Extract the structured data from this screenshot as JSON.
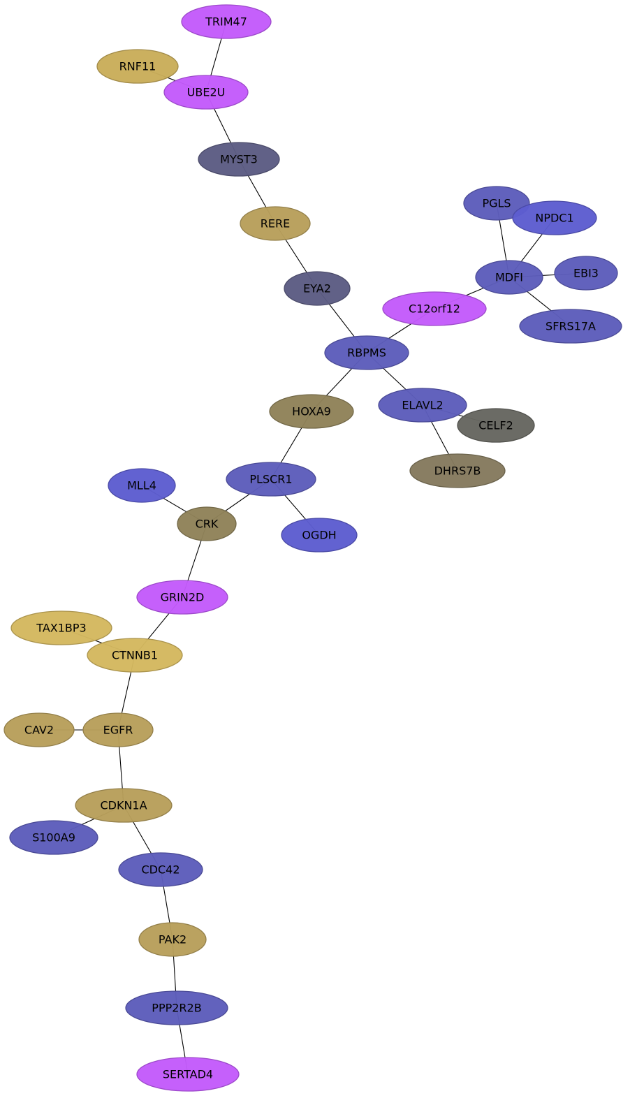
{
  "colors": {
    "magenta": "#c35bfb",
    "gold": "#c9ad5a",
    "gold_light": "#d4b85f",
    "slate": "#5c5c83",
    "khaki": "#b89f5b",
    "blue": "#5d5dbb",
    "blue_bright": "#5d5dcf",
    "olive_brown": "#8f8259",
    "dark_gray": "#666660",
    "brown_gray": "#857a5e"
  },
  "network": {
    "nodes": [
      {
        "id": "TRIM47",
        "label": "TRIM47",
        "color": "magenta"
      },
      {
        "id": "RNF11",
        "label": "RNF11",
        "color": "gold"
      },
      {
        "id": "UBE2U",
        "label": "UBE2U",
        "color": "magenta"
      },
      {
        "id": "MYST3",
        "label": "MYST3",
        "color": "slate"
      },
      {
        "id": "RERE",
        "label": "RERE",
        "color": "khaki"
      },
      {
        "id": "PGLS",
        "label": "PGLS",
        "color": "blue"
      },
      {
        "id": "NPDC1",
        "label": "NPDC1",
        "color": "blue_bright"
      },
      {
        "id": "EBI3",
        "label": "EBI3",
        "color": "blue"
      },
      {
        "id": "MDFI",
        "label": "MDFI",
        "color": "blue"
      },
      {
        "id": "EYA2",
        "label": "EYA2",
        "color": "slate"
      },
      {
        "id": "C12orf12",
        "label": "C12orf12",
        "color": "magenta"
      },
      {
        "id": "SFRS17A",
        "label": "SFRS17A",
        "color": "blue"
      },
      {
        "id": "RBPMS",
        "label": "RBPMS",
        "color": "blue"
      },
      {
        "id": "HOXA9",
        "label": "HOXA9",
        "color": "olive_brown"
      },
      {
        "id": "ELAVL2",
        "label": "ELAVL2",
        "color": "blue"
      },
      {
        "id": "CELF2",
        "label": "CELF2",
        "color": "dark_gray"
      },
      {
        "id": "DHRS7B",
        "label": "DHRS7B",
        "color": "brown_gray"
      },
      {
        "id": "PLSCR1",
        "label": "PLSCR1",
        "color": "blue"
      },
      {
        "id": "MLL4",
        "label": "MLL4",
        "color": "blue_bright"
      },
      {
        "id": "CRK",
        "label": "CRK",
        "color": "olive_brown"
      },
      {
        "id": "OGDH",
        "label": "OGDH",
        "color": "blue_bright"
      },
      {
        "id": "GRIN2D",
        "label": "GRIN2D",
        "color": "magenta"
      },
      {
        "id": "TAX1BP3",
        "label": "TAX1BP3",
        "color": "gold_light"
      },
      {
        "id": "CTNNB1",
        "label": "CTNNB1",
        "color": "gold_light"
      },
      {
        "id": "CAV2",
        "label": "CAV2",
        "color": "khaki"
      },
      {
        "id": "EGFR",
        "label": "EGFR",
        "color": "khaki"
      },
      {
        "id": "CDKN1A",
        "label": "CDKN1A",
        "color": "khaki"
      },
      {
        "id": "S100A9",
        "label": "S100A9",
        "color": "blue"
      },
      {
        "id": "CDC42",
        "label": "CDC42",
        "color": "blue"
      },
      {
        "id": "PAK2",
        "label": "PAK2",
        "color": "khaki"
      },
      {
        "id": "PPP2R2B",
        "label": "PPP2R2B",
        "color": "blue"
      },
      {
        "id": "SERTAD4",
        "label": "SERTAD4",
        "color": "magenta"
      }
    ],
    "edges": [
      [
        "TRIM47",
        "UBE2U"
      ],
      [
        "RNF11",
        "UBE2U"
      ],
      [
        "UBE2U",
        "MYST3"
      ],
      [
        "MYST3",
        "RERE"
      ],
      [
        "RERE",
        "EYA2"
      ],
      [
        "EYA2",
        "RBPMS"
      ],
      [
        "PGLS",
        "MDFI"
      ],
      [
        "NPDC1",
        "MDFI"
      ],
      [
        "EBI3",
        "MDFI"
      ],
      [
        "MDFI",
        "C12orf12"
      ],
      [
        "MDFI",
        "SFRS17A"
      ],
      [
        "C12orf12",
        "RBPMS"
      ],
      [
        "RBPMS",
        "HOXA9"
      ],
      [
        "RBPMS",
        "ELAVL2"
      ],
      [
        "ELAVL2",
        "CELF2"
      ],
      [
        "ELAVL2",
        "DHRS7B"
      ],
      [
        "HOXA9",
        "PLSCR1"
      ],
      [
        "PLSCR1",
        "CRK"
      ],
      [
        "PLSCR1",
        "OGDH"
      ],
      [
        "MLL4",
        "CRK"
      ],
      [
        "CRK",
        "GRIN2D"
      ],
      [
        "GRIN2D",
        "CTNNB1"
      ],
      [
        "TAX1BP3",
        "CTNNB1"
      ],
      [
        "CTNNB1",
        "EGFR"
      ],
      [
        "CAV2",
        "EGFR"
      ],
      [
        "EGFR",
        "CDKN1A"
      ],
      [
        "CDKN1A",
        "S100A9"
      ],
      [
        "CDKN1A",
        "CDC42"
      ],
      [
        "CDC42",
        "PAK2"
      ],
      [
        "PAK2",
        "PPP2R2B"
      ],
      [
        "PPP2R2B",
        "SERTAD4"
      ]
    ]
  }
}
